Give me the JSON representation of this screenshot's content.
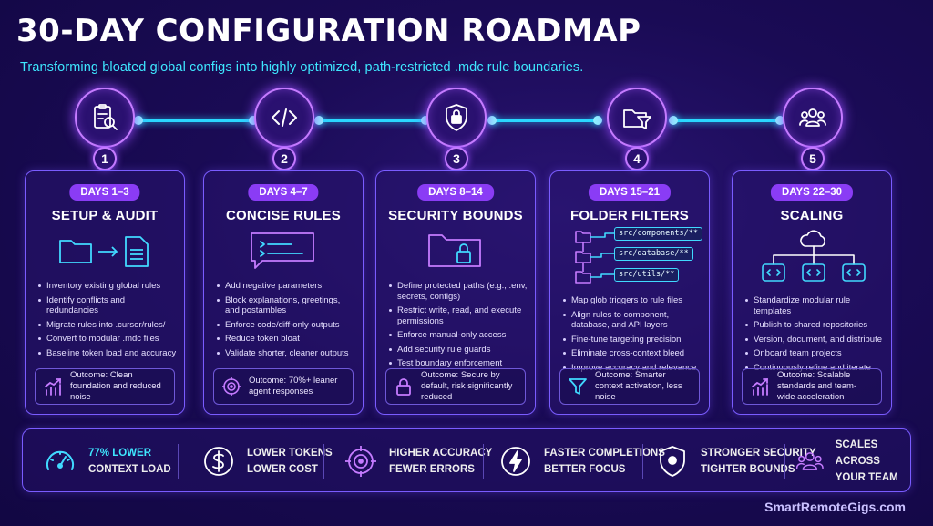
{
  "header": {
    "title": "30-DAY CONFIGURATION ROADMAP",
    "subtitle": "Transforming bloated global configs into highly optimized, path-restricted .mdc rule boundaries."
  },
  "colors": {
    "accent_cyan": "#2ad7ff",
    "accent_purple": "#c57bff",
    "badge": "#8a3cf5",
    "background": "#1a0b55"
  },
  "steps": [
    {
      "number": "1",
      "icon": "clipboard-search-icon",
      "days": "DAYS 1–3",
      "title": "SETUP & AUDIT",
      "bullets": [
        "Inventory existing global rules",
        "Identify conflicts and redundancies",
        "Migrate rules into .cursor/rules/",
        "Convert to modular .mdc files",
        "Baseline token load and accuracy"
      ],
      "outcome": "Outcome: Clean foundation and reduced noise",
      "outcome_icon": "growth-chart-icon"
    },
    {
      "number": "2",
      "icon": "code-brackets-icon",
      "days": "DAYS 4–7",
      "title": "CONCISE RULES",
      "bullets": [
        "Add negative parameters",
        "Block explanations, greetings, and postambles",
        "Enforce code/diff-only outputs",
        "Reduce token bloat",
        "Validate shorter, cleaner outputs"
      ],
      "outcome": "Outcome: 70%+ leaner agent responses",
      "outcome_icon": "target-icon"
    },
    {
      "number": "3",
      "icon": "shield-lock-icon",
      "days": "DAYS 8–14",
      "title": "SECURITY BOUNDS",
      "bullets": [
        "Define protected paths (e.g., .env, secrets, configs)",
        "Restrict write, read, and execute permissions",
        "Enforce manual-only access",
        "Add security rule guards",
        "Test boundary enforcement"
      ],
      "outcome": "Outcome: Secure by default, risk significantly reduced",
      "outcome_icon": "lock-icon"
    },
    {
      "number": "4",
      "icon": "folder-filter-icon",
      "days": "DAYS 15–21",
      "title": "FOLDER FILTERS",
      "paths": [
        "src/components/**",
        "src/database/**",
        "src/utils/**"
      ],
      "bullets": [
        "Map glob triggers to rule files",
        "Align rules to component, database, and API layers",
        "Fine-tune targeting precision",
        "Eliminate cross-context bleed",
        "Improve accuracy and relevance"
      ],
      "outcome": "Outcome: Smarter context activation, less noise",
      "outcome_icon": "funnel-icon"
    },
    {
      "number": "5",
      "icon": "team-icon",
      "days": "DAYS 22–30",
      "title": "SCALING",
      "bullets": [
        "Standardize modular rule templates",
        "Publish to shared repositories",
        "Version, document, and distribute",
        "Onboard team projects",
        "Continuously refine and iterate"
      ],
      "outcome": "Outcome: Scalable standards and team-wide acceleration",
      "outcome_icon": "growth-chart-icon"
    }
  ],
  "metrics": [
    {
      "icon": "gauge-icon",
      "line1": "77% LOWER",
      "line2": "CONTEXT LOAD"
    },
    {
      "icon": "dollar-icon",
      "line1": "LOWER TOKENS",
      "line2": "LOWER COST"
    },
    {
      "icon": "target-icon",
      "line1": "HIGHER ACCURACY",
      "line2": "FEWER ERRORS"
    },
    {
      "icon": "lightning-icon",
      "line1": "FASTER COMPLETIONS",
      "line2": "BETTER FOCUS"
    },
    {
      "icon": "shield-icon",
      "line1": "STRONGER SECURITY",
      "line2": "TIGHTER BOUNDS"
    },
    {
      "icon": "team-icon",
      "line1": "SCALES ACROSS",
      "line2": "YOUR TEAM"
    }
  ],
  "footer": {
    "brand": "SmartRemoteGigs.com"
  }
}
